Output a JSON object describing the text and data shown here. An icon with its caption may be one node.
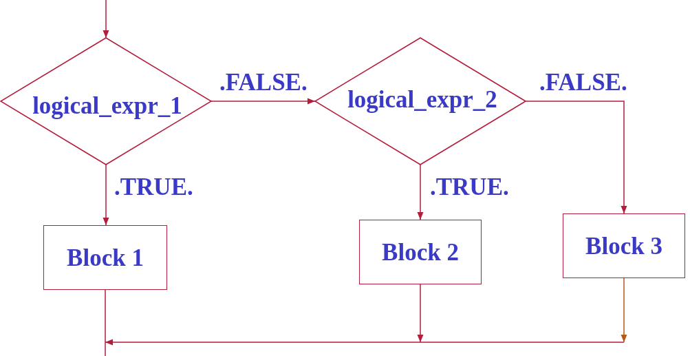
{
  "diagram": {
    "nodes": [
      {
        "text": [
          "logical_expr_1"
        ]
      },
      {
        "text": [
          "logical_expr_2"
        ]
      },
      {
        "text": [
          "Block 1"
        ]
      },
      {
        "text": [
          "Block 2"
        ]
      },
      {
        "text": [
          "Block 3"
        ]
      }
    ],
    "edges": [
      {
        "from": null,
        "to": 0,
        "arrow": "to"
      },
      {
        "from": 0,
        "to": 1,
        "arrow": "to",
        "label": ".FALSE."
      },
      {
        "from": 1,
        "to": 4,
        "arrow": "to",
        "label": ".FALSE."
      },
      {
        "from": 0,
        "to": 2,
        "arrow": "to",
        "label": ".TRUE."
      },
      {
        "from": 1,
        "to": 3,
        "arrow": "to",
        "label": ".TRUE."
      },
      {
        "from": 2,
        "to": null,
        "arrow": "none"
      },
      {
        "from": 3,
        "to": null,
        "arrow": "to"
      },
      {
        "from": 4,
        "to": null,
        "arrow": "to",
        "color": "#b5581a"
      }
    ]
  }
}
